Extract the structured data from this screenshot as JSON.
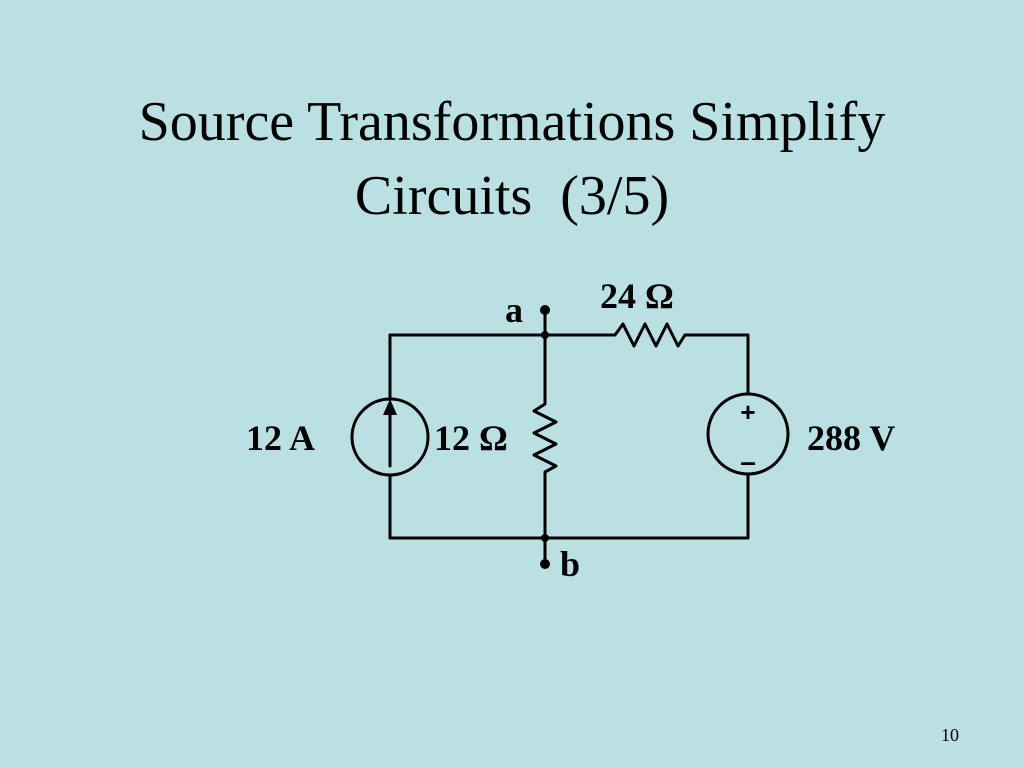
{
  "slide": {
    "title_line_1": "Source Transformations Simplify",
    "title_line_2": "Circuits  (3/5)",
    "page_number": "10",
    "background_color": "#bbe0e3"
  },
  "circuit": {
    "node_a": "a",
    "node_b": "b",
    "resistor_series_label": "24 Ω",
    "current_source_label": "12 A",
    "resistor_shunt_label": "12 Ω",
    "voltage_source_label": "288 V",
    "voltage_plus": "+",
    "voltage_minus": "–"
  }
}
